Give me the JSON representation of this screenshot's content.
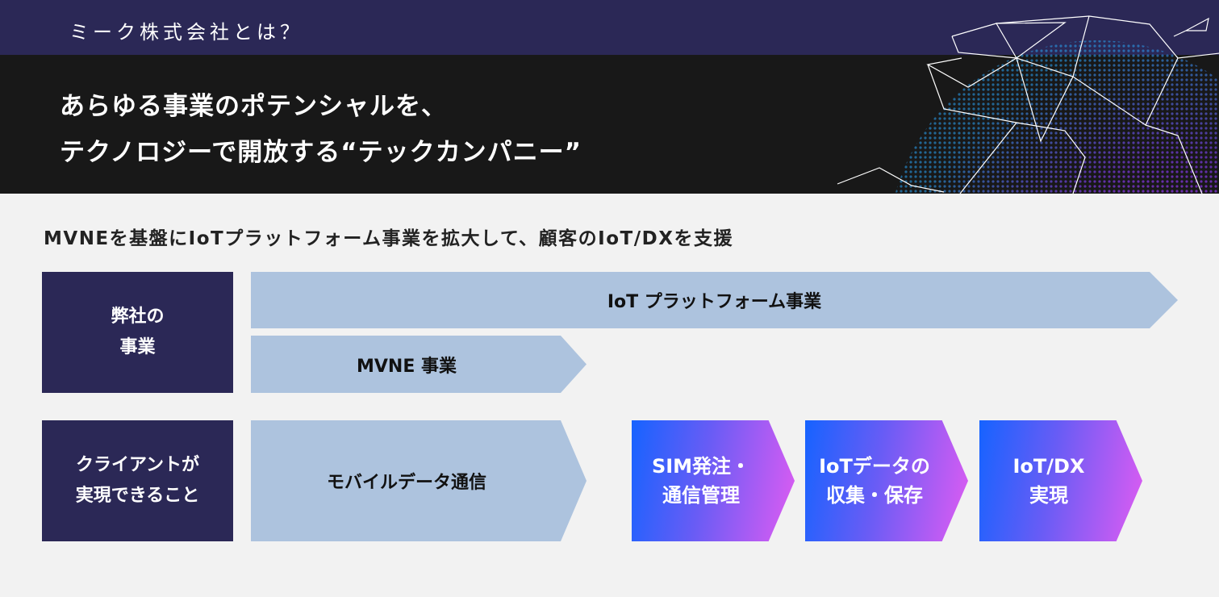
{
  "header": {
    "title": "ミーク株式会社とは？"
  },
  "hero": {
    "line1": "あらゆる事業のポテンシャルを、",
    "line2": "テクノロジーで開放する“テックカンパニー”"
  },
  "subtitle": "MVNEを基盤にIoTプラットフォーム事業を拡大して、顧客のIoT/DXを支援",
  "rows": {
    "company_label": "弊社の\n事業",
    "client_label": "クライアントが\n実現できること"
  },
  "business": {
    "iot_platform": "IoT プラットフォーム事業",
    "mvne": "MVNE 事業"
  },
  "client": {
    "mobile_data": "モバイルデータ通信",
    "steps": [
      "SIM発注・\n通信管理",
      "IoTデータの\n収集・保存",
      "IoT/DX\n実現"
    ]
  },
  "colors": {
    "navy": "#2b2856",
    "arrow": "#adc3de",
    "grad_start": "#1663ff",
    "grad_end": "#df5cf2"
  }
}
